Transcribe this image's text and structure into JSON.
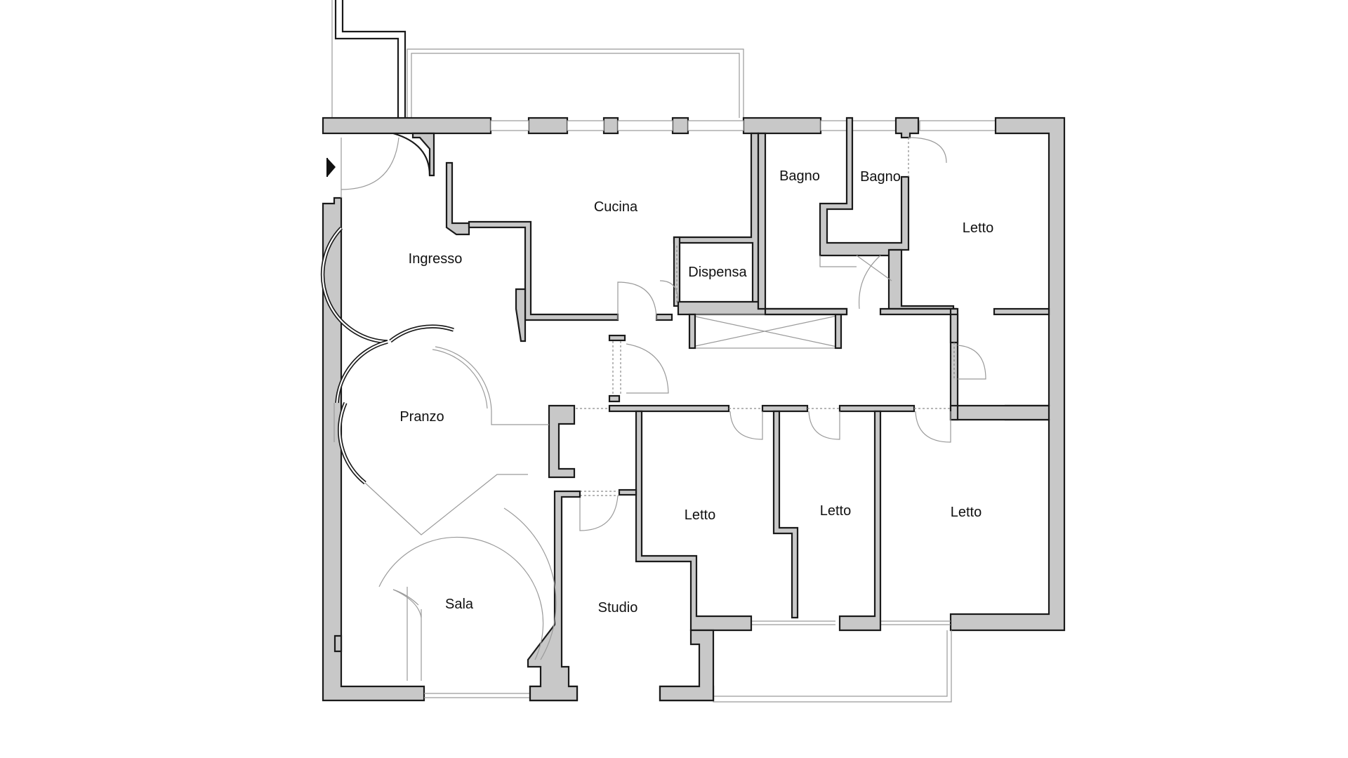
{
  "plan": {
    "rooms": [
      {
        "id": "cucina",
        "label": "Cucina"
      },
      {
        "id": "bagno-1",
        "label": "Bagno"
      },
      {
        "id": "bagno-2",
        "label": "Bagno"
      },
      {
        "id": "letto-ne",
        "label": "Letto"
      },
      {
        "id": "ingresso",
        "label": "Ingresso"
      },
      {
        "id": "dispensa",
        "label": "Dispensa"
      },
      {
        "id": "pranzo",
        "label": "Pranzo"
      },
      {
        "id": "letto-1",
        "label": "Letto"
      },
      {
        "id": "letto-2",
        "label": "Letto"
      },
      {
        "id": "letto-3",
        "label": "Letto"
      },
      {
        "id": "sala",
        "label": "Sala"
      },
      {
        "id": "studio",
        "label": "Studio"
      }
    ],
    "colors": {
      "wall_fill": "#c8c8c8",
      "wall_stroke": "#1a1a1a",
      "thin_line": "#9a9a9a"
    }
  }
}
